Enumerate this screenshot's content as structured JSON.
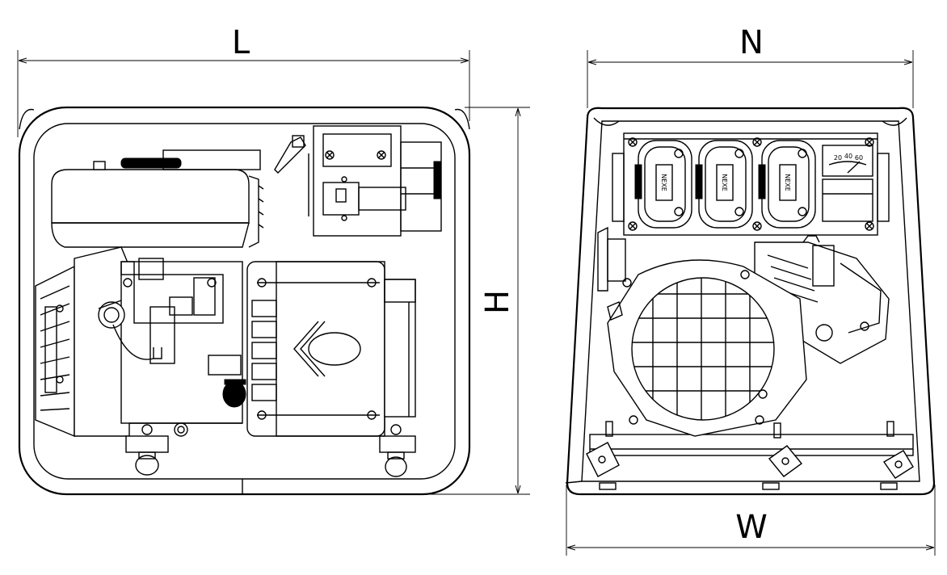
{
  "dimensions": {
    "length_label": "L",
    "height_label": "H",
    "depth_label": "N",
    "width_label": "W"
  },
  "panel": {
    "brand_text": "NEXE",
    "meter_scale": [
      "20",
      "40",
      "60"
    ]
  }
}
